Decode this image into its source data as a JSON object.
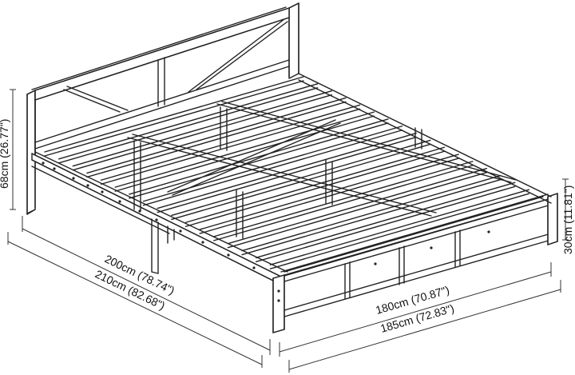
{
  "diagram": {
    "subject": "metal platform bed frame line drawing with dimensions",
    "dimensions": {
      "headboard_height": "68cm (26.77\")",
      "frame_height": "30cm (11.81\")",
      "inner_length": "200cm (78.74\")",
      "outer_length": "210cm (82.68\")",
      "inner_width": "180cm (70.87\")",
      "outer_width": "185cm (72.83\")"
    },
    "colors": {
      "line": "#222222",
      "background": "#ffffff"
    }
  }
}
